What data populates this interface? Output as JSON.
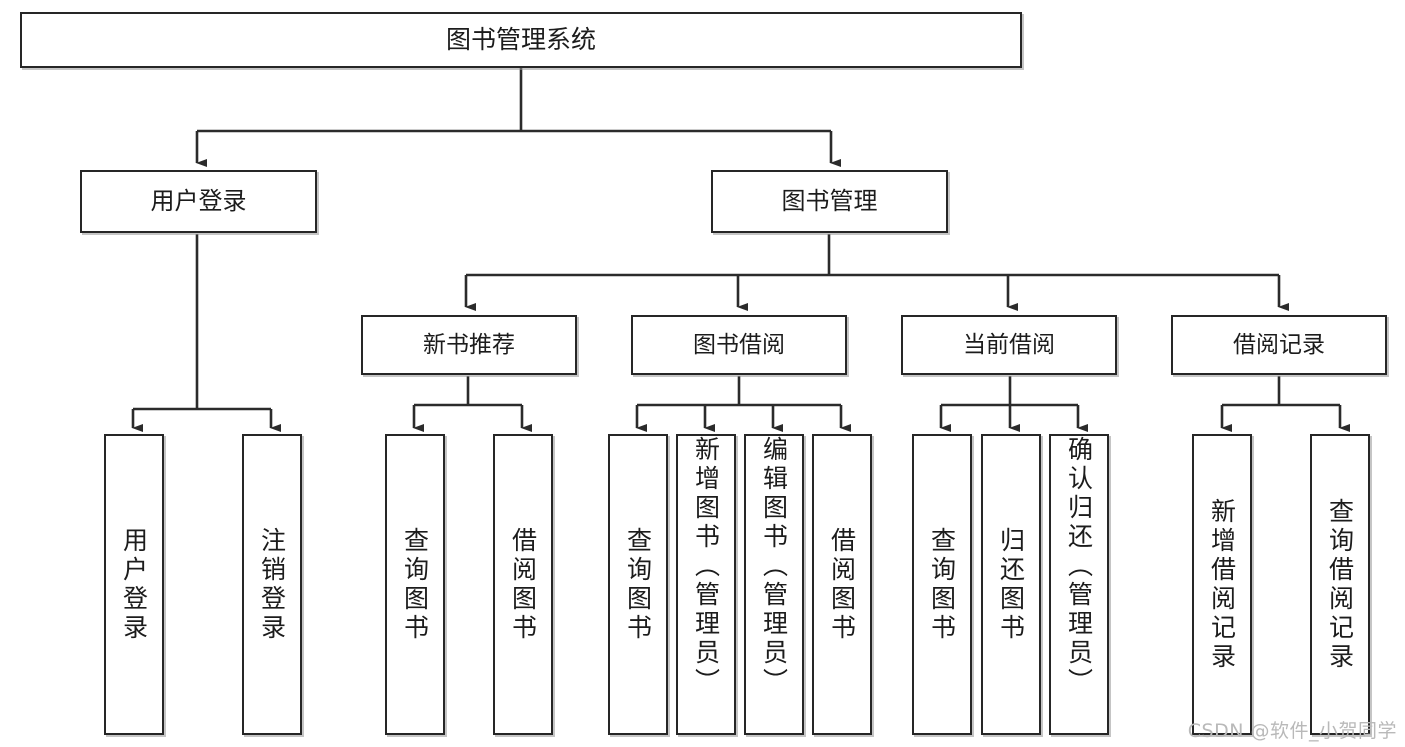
{
  "diagram": {
    "type": "tree-hierarchy",
    "title": "图书管理系统",
    "background_color": "#ffffff",
    "box_border_color": "#262626",
    "connector_color": "#262626",
    "text_color": "#1c1c1c",
    "nodes": {
      "root": {
        "label": "图书管理系统"
      },
      "level1": [
        {
          "label": "用户登录"
        },
        {
          "label": "图书管理"
        }
      ],
      "level2": [
        {
          "label": "新书推荐"
        },
        {
          "label": "图书借阅"
        },
        {
          "label": "当前借阅"
        },
        {
          "label": "借阅记录"
        }
      ],
      "leaves_user_login": [
        {
          "label": "用户登录"
        },
        {
          "label": "注销登录"
        }
      ],
      "leaves_new_book": [
        {
          "label": "查询图书"
        },
        {
          "label": "借阅图书"
        }
      ],
      "leaves_borrow": [
        {
          "label": "查询图书"
        },
        {
          "label": "新增图书（管理员）"
        },
        {
          "label": "编辑图书（管理员）"
        },
        {
          "label": "借阅图书"
        }
      ],
      "leaves_current": [
        {
          "label": "查询图书"
        },
        {
          "label": "归还图书"
        },
        {
          "label": "确认归还（管理员）"
        }
      ],
      "leaves_records": [
        {
          "label": "新增借阅记录"
        },
        {
          "label": "查询借阅记录"
        }
      ]
    }
  },
  "watermark": {
    "text": "CSDN @软件_小贺同学"
  }
}
